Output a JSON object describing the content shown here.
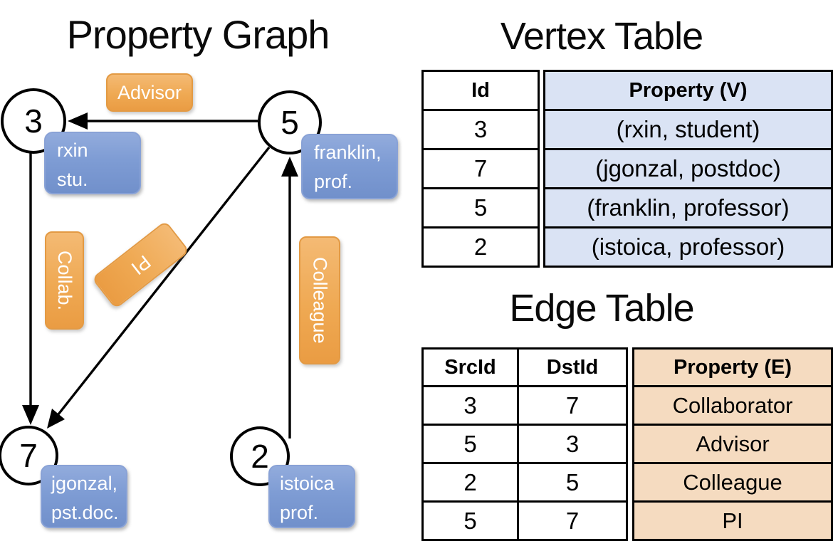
{
  "graph": {
    "title": "Property Graph",
    "nodes": [
      {
        "id": "3",
        "label_line1": "rxin",
        "label_line2": "stu."
      },
      {
        "id": "5",
        "label_line1": "franklin,",
        "label_line2": "prof."
      },
      {
        "id": "7",
        "label_line1": "jgonzal,",
        "label_line2": "pst.doc."
      },
      {
        "id": "2",
        "label_line1": "istoica",
        "label_line2": "prof."
      }
    ],
    "edge_labels": {
      "advisor": "Advisor",
      "collab": "Collab.",
      "pi": "PI",
      "colleague": "Colleague"
    },
    "edges": [
      {
        "src": "5",
        "dst": "3",
        "label": "Advisor"
      },
      {
        "src": "3",
        "dst": "7",
        "label": "Collab."
      },
      {
        "src": "5",
        "dst": "7",
        "label": "PI"
      },
      {
        "src": "2",
        "dst": "5",
        "label": "Colleague"
      }
    ]
  },
  "vertex_table": {
    "title": "Vertex Table",
    "columns": {
      "id": "Id",
      "property": "Property (V)"
    },
    "rows": [
      {
        "id": "3",
        "property": "(rxin, student)"
      },
      {
        "id": "7",
        "property": "(jgonzal, postdoc)"
      },
      {
        "id": "5",
        "property": "(franklin, professor)"
      },
      {
        "id": "2",
        "property": "(istoica, professor)"
      }
    ]
  },
  "edge_table": {
    "title": "Edge Table",
    "columns": {
      "src": "SrcId",
      "dst": "DstId",
      "property": "Property (E)"
    },
    "rows": [
      {
        "src": "3",
        "dst": "7",
        "property": "Collaborator"
      },
      {
        "src": "5",
        "dst": "3",
        "property": "Advisor"
      },
      {
        "src": "2",
        "dst": "5",
        "property": "Colleague"
      },
      {
        "src": "5",
        "dst": "7",
        "property": "PI"
      }
    ]
  },
  "colors": {
    "edge_label_orange": "#efa953",
    "vertex_box_blue": "#7e9cd4",
    "vertex_table_fill": "#dae3f4",
    "edge_table_fill": "#f5dbc0",
    "line_black": "#000000",
    "text_white": "#ffffff"
  }
}
